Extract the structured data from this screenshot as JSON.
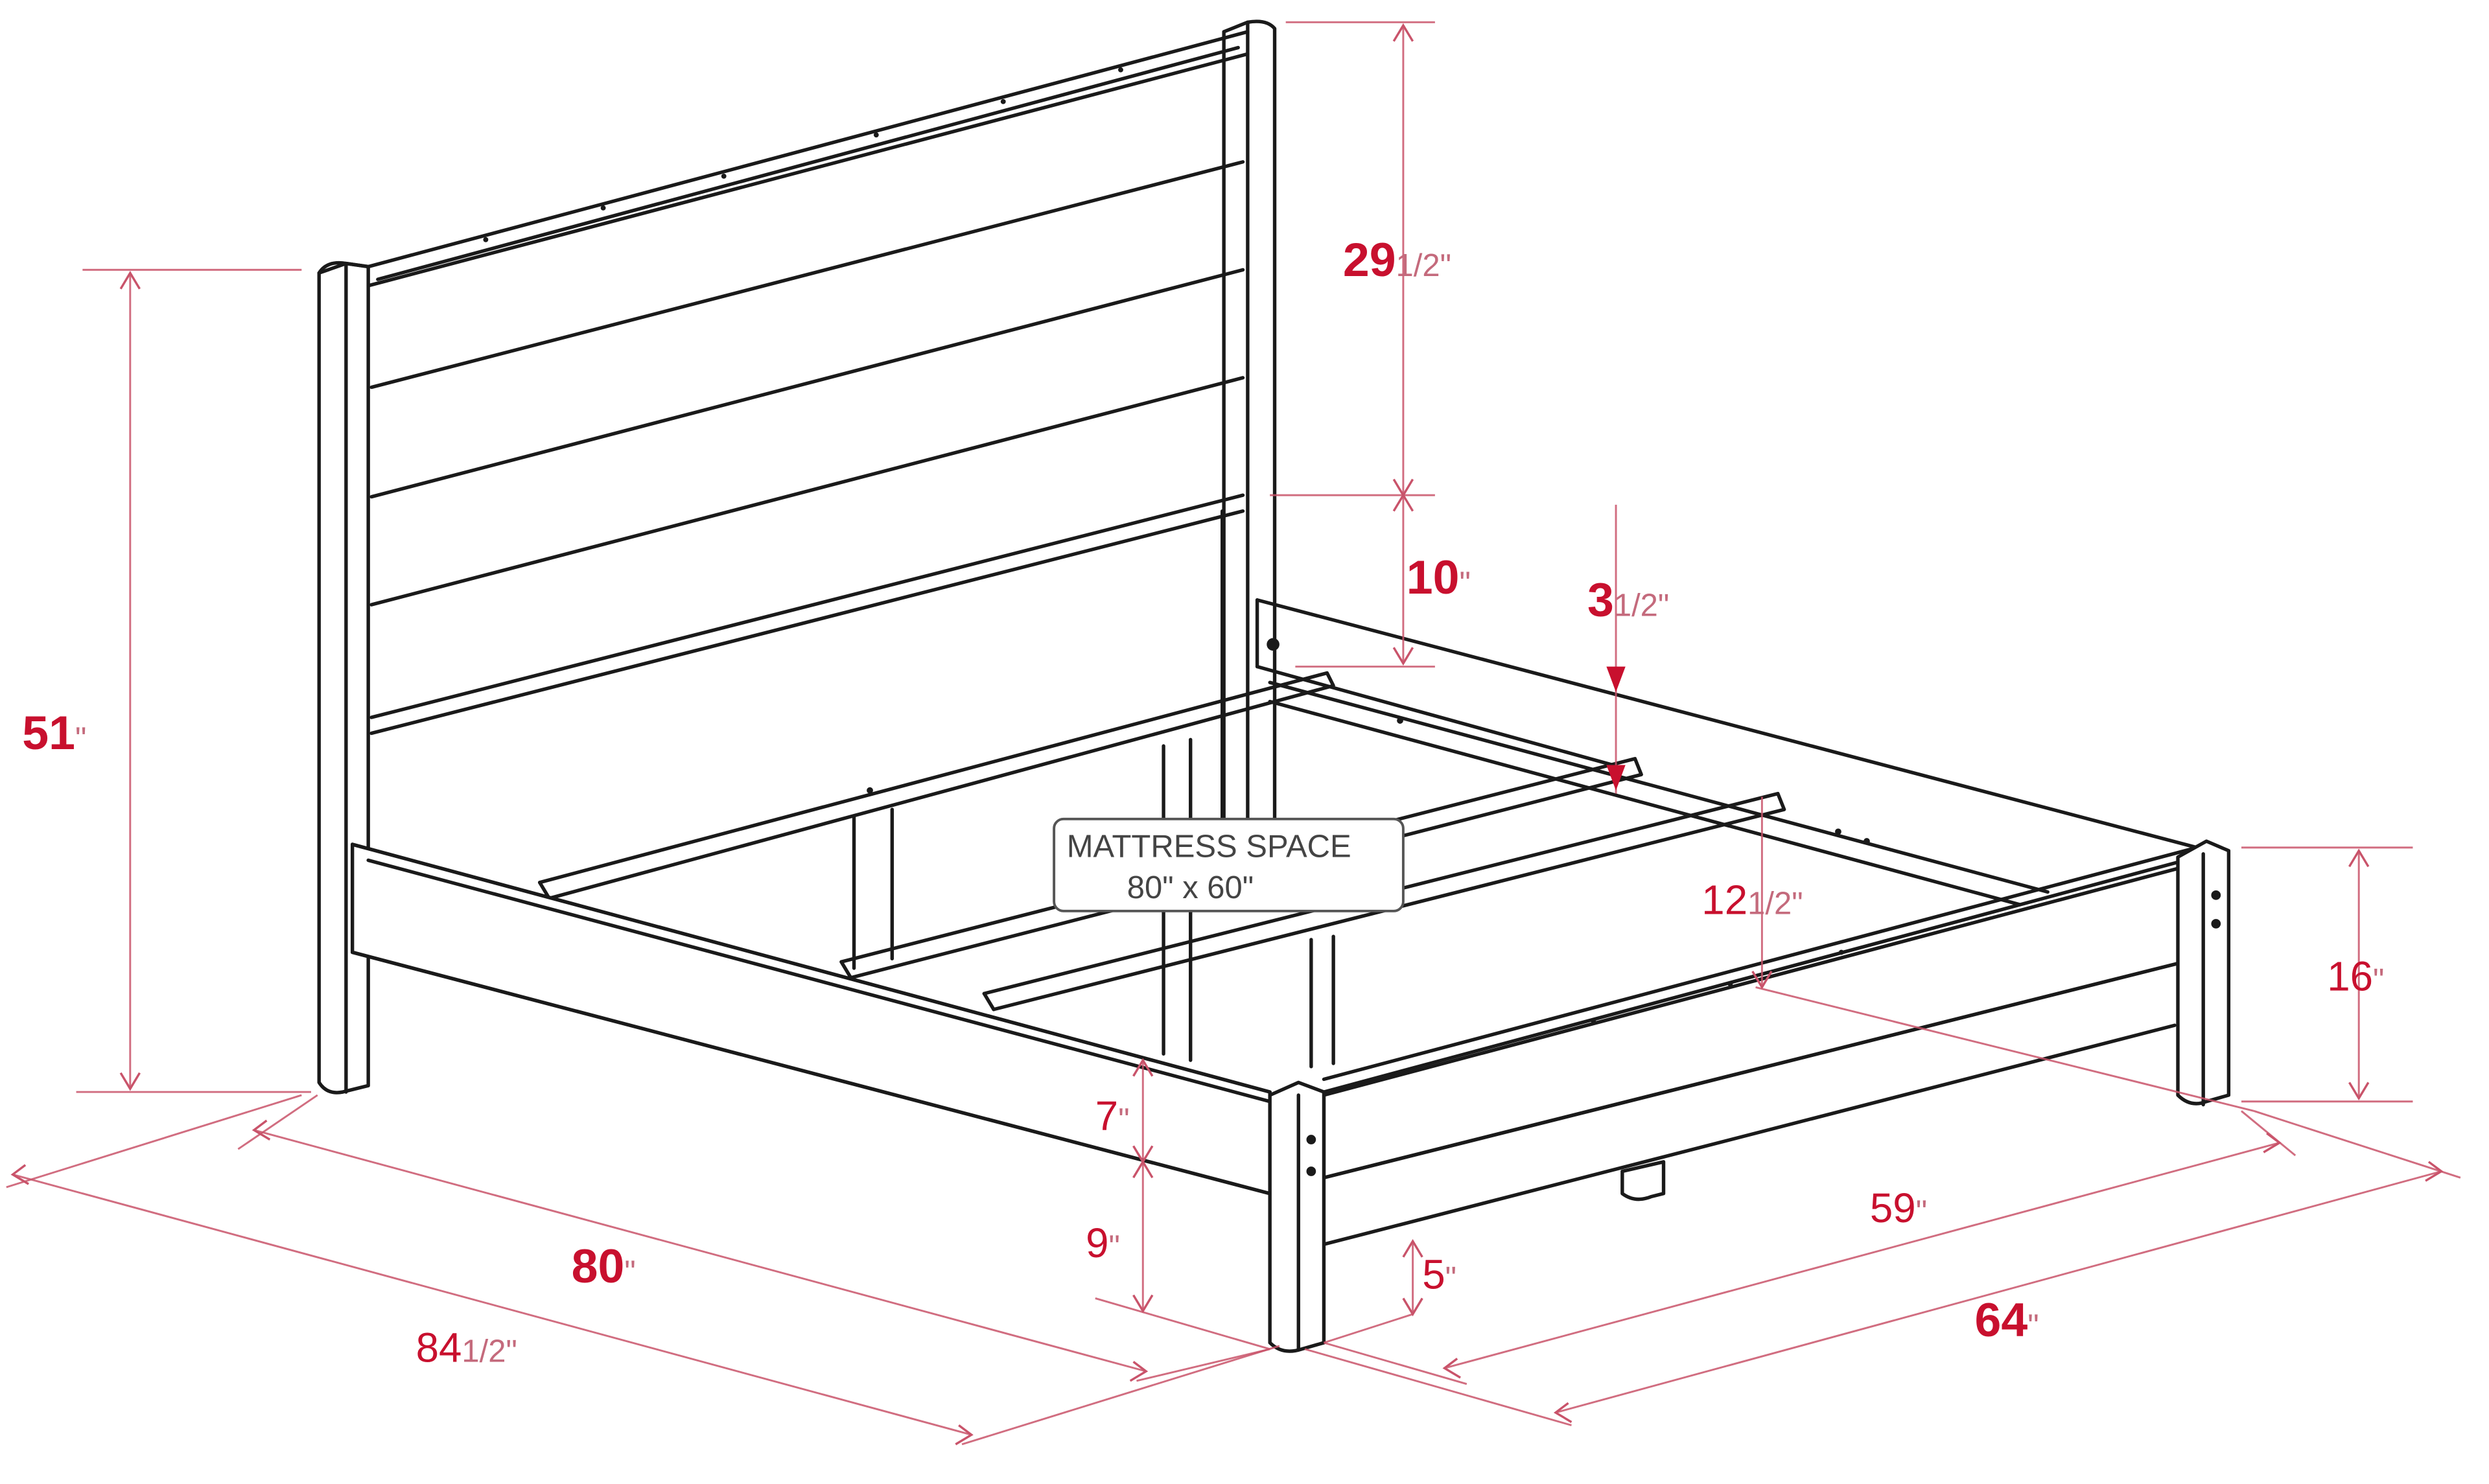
{
  "title": "Bed frame dimension diagram",
  "colors": {
    "dimension": "#c8102e",
    "line": "#1a1a1a",
    "background": "#ffffff"
  },
  "dimensions": {
    "headboard_total_height": {
      "value": "51",
      "unit": "\""
    },
    "headboard_panel_height": {
      "value": "29",
      "fraction": "1/2",
      "unit": "\""
    },
    "headboard_lower_gap": {
      "value": "10",
      "unit": "\""
    },
    "rail_depth": {
      "value": "3",
      "fraction": "1/2",
      "unit": "\""
    },
    "mattress_support_height": {
      "value": "12",
      "fraction": "1/2",
      "unit": "\""
    },
    "footboard_height": {
      "value": "16",
      "unit": "\""
    },
    "side_rail_height": {
      "value": "7",
      "unit": "\""
    },
    "leg_clearance": {
      "value": "9",
      "unit": "\""
    },
    "center_support_clearance": {
      "value": "5",
      "unit": "\""
    },
    "inner_length": {
      "value": "80",
      "unit": "\""
    },
    "overall_length": {
      "value": "84",
      "fraction": "1/2",
      "unit": "\""
    },
    "inner_width": {
      "value": "59",
      "unit": "\""
    },
    "overall_width": {
      "value": "64",
      "unit": "\""
    }
  },
  "mattress_box": {
    "line1": "MATTRESS SPACE",
    "line2": "80\" x 60\""
  }
}
